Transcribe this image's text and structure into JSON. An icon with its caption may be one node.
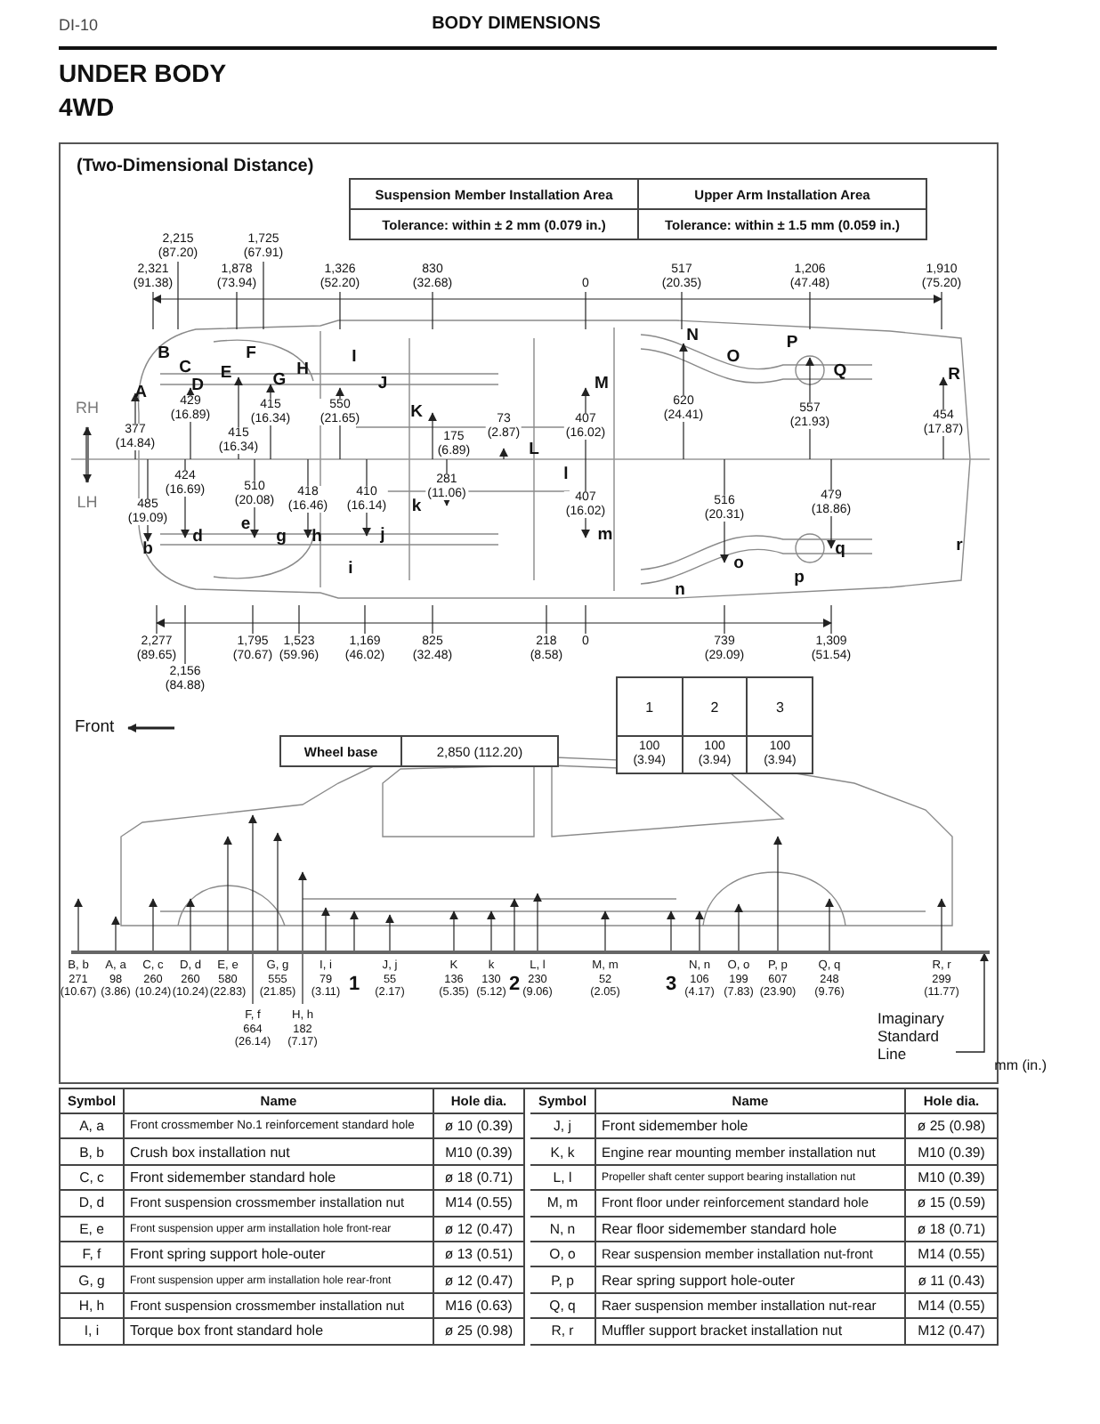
{
  "diagram": {
    "title": "UNDER BODY",
    "nodes": [
      {
        "text": [
          "Imaginary Standard Line"
        ]
      },
      {
        "text": [],
        "shape": "line"
      }
    ],
    "edges": [
      {
        "from": 0,
        "to": 1,
        "arrow": "to"
      }
    ],
    "labels": [
      "DI-10",
      "BODY DIMENSIONS",
      "4WD",
      "(Two-Dimensional Distance)",
      "Suspension Member Installation Area",
      "Upper Arm Installation Area",
      "Tolerance: within ± 2 mm (0.079 in.)",
      "Tolerance: within ± 1.5 mm (0.059 in.)",
      "2,215 (87.20)",
      "1,725 (67.91)",
      "2,321 (91.38)",
      "1,878 (73.94)",
      "1,326 (52.20)",
      "830 (32.68)",
      "0",
      "517 (20.35)",
      "1,206 (47.48)",
      "1,910 (75.20)",
      "B",
      "C",
      "D",
      "A",
      "E",
      "F",
      "G",
      "H",
      "I",
      "J",
      "K",
      "L",
      "M",
      "N",
      "O",
      "P",
      "Q",
      "R",
      "429 (16.89)",
      "415 (16.34)",
      "415 (16.34)",
      "550 (21.65)",
      "377 (14.84)",
      "175 (6.89)",
      "73 (2.87)",
      "407 (16.02)",
      "620 (24.41)",
      "557 (21.93)",
      "454 (17.87)",
      "RH",
      "LH",
      "424 (16.69)",
      "485 (19.09)",
      "510 (20.08)",
      "418 (16.46)",
      "410 (16.14)",
      "281 (11.06)",
      "407 (16.02)",
      "516 (20.31)",
      "479 (18.86)",
      "l",
      "k",
      "e",
      "d",
      "g",
      "h",
      "j",
      "m",
      "b",
      "i",
      "r",
      "q",
      "o",
      "p",
      "n",
      "2,277 (89.65)",
      "1,795 (70.67)",
      "1,523 (59.96)",
      "1,169 (46.02)",
      "825 (32.48)",
      "218 (8.58)",
      "0",
      "739 (29.09)",
      "1,309 (51.54)",
      "2,156 (84.88)",
      "Front",
      "Wheel base",
      "2,850 (112.20)",
      "1",
      "2",
      "3",
      "100 (3.94)",
      "100 (3.94)",
      "100 (3.94)",
      "B, b",
      "271 (10.67)",
      "A, a",
      "98 (3.86)",
      "C, c",
      "260 (10.24)",
      "D, d",
      "260 (10.24)",
      "E, e",
      "580 (22.83)",
      "G, g",
      "555 (21.85)",
      "I, i",
      "79 (3.11)",
      "1",
      "J, j",
      "55 (2.17)",
      "K",
      "136 (5.35)",
      "k",
      "130 (5.12)",
      "2",
      "L, l",
      "230 (9.06)",
      "M, m",
      "52 (2.05)",
      "3",
      "N, n",
      "106 (4.17)",
      "O, o",
      "199 (7.83)",
      "P, p",
      "607 (23.90)",
      "Q, q",
      "248 (9.76)",
      "R, r",
      "299 (11.77)",
      "F, f",
      "664 (26.14)",
      "H, h",
      "182 (7.17)",
      "mm (in.)",
      "Symbol",
      "Name",
      "Hole dia.",
      "Symbol",
      "Name",
      "Hole dia.",
      "A, a",
      "Front crossmember No.1 reinforcement standard hole",
      "ø 10 (0.39)",
      "J, j",
      "Front sidemember hole",
      "ø 25 (0.98)",
      "B, b",
      "Crush box installation nut",
      "M10 (0.39)",
      "K, k",
      "Engine rear mounting member installation nut",
      "M10 (0.39)",
      "C, c",
      "Front sidemember standard hole",
      "ø 18 (0.71)",
      "L, l",
      "Propeller shaft center support bearing installation nut",
      "M10 (0.39)",
      "D, d",
      "Front suspension crossmember installation nut",
      "M14 (0.55)",
      "M, m",
      "Front floor under reinforcement standard hole",
      "ø 15 (0.59)",
      "E, e",
      "Front suspension upper arm installation hole front-rear",
      "ø 12 (0.47)",
      "N, n",
      "Rear floor sidemember standard hole",
      "ø 18 (0.71)",
      "F, f",
      "Front spring support hole-outer",
      "ø 13 (0.51)",
      "O, o",
      "Rear suspension member installation nut-front",
      "M14 (0.55)",
      "G, g",
      "Front suspension upper arm installation hole rear-front",
      "ø 12 (0.47)",
      "P, p",
      "Rear spring support hole-outer",
      "ø 11 (0.43)",
      "H, h",
      "Front suspension crossmember installation nut",
      "M16 (0.63)",
      "Q, q",
      "Raer suspension member installation nut-rear",
      "M14 (0.55)",
      "I, i",
      "Torque box front standard hole",
      "ø 25 (0.98)",
      "R, r",
      "Muffler support bracket installation nut",
      "M12 (0.47)"
    ]
  }
}
